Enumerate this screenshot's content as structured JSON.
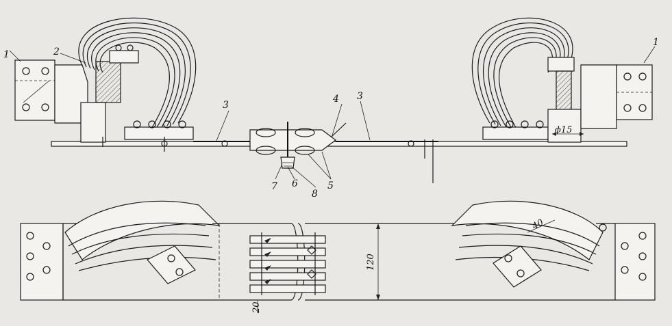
{
  "figure": {
    "part_labels": {
      "left_clamp": "1",
      "right_clamp": "1",
      "flexible_link": "2",
      "strip_left": "3",
      "strip_right": "3",
      "center_element": "4",
      "bolts": "5",
      "nut": "6",
      "spring_washer": "7",
      "washer": "8"
    },
    "dimensions": {
      "diameter": "ϕ15",
      "bend_radius": "40",
      "width": "120",
      "pitch": "20"
    }
  },
  "background_text_lines": [
    "                                          ",
    "                                          ",
    "                                          ",
    "                                          ",
    "                                          "
  ]
}
